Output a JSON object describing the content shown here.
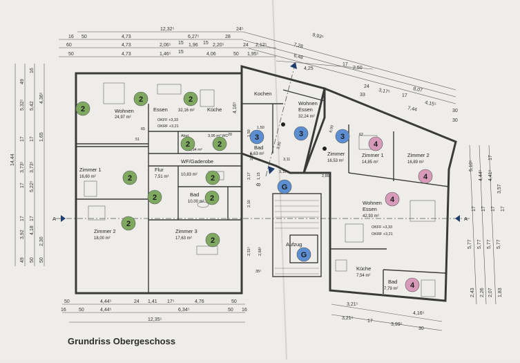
{
  "title": "Grundriss Obergeschoss",
  "rooms": {
    "wohnen_essen_left": {
      "name1": "Wohnen",
      "area1": "24,97 m²",
      "name2": "Essen",
      "area2": "32,16 m²"
    },
    "kueche_left": {
      "name": "Küche",
      "dim": "4,16⁵"
    },
    "abst": {
      "name": "Abst.",
      "area": "2,94 m²"
    },
    "wc": {
      "name": "3,95 m² WC"
    },
    "zimmer1_left": {
      "name": "Zimmer 1",
      "area": "16,60 m²"
    },
    "flur": {
      "name": "Flur",
      "area": "7,51 m²"
    },
    "wf": {
      "name": "WF/Gaderobe",
      "area": "10,83 m²"
    },
    "bad_left": {
      "name": "Bad",
      "area": "10,00 m²"
    },
    "zimmer2_left": {
      "name": "Zimmer 2",
      "area": "18,00 m²"
    },
    "zimmer3_left": {
      "name": "Zimmer 3",
      "area": "17,63 m²"
    },
    "kochen": {
      "name": "Kochen"
    },
    "bad_mid": {
      "name": "Bad",
      "area": "6,63 m²"
    },
    "wohnen_essen_mid": {
      "name1": "Wohnen",
      "name2": "Essen",
      "area": "32,24 m²"
    },
    "zimmer_mid": {
      "name": "Zimmer",
      "area": "16,53 m²"
    },
    "zimmer1_right": {
      "name": "Zimmer 1",
      "area": "14,85 m²"
    },
    "zimmer2_right": {
      "name": "Zimmer 2",
      "area": "16,89 m²"
    },
    "wohnen_essen_right": {
      "name1": "Wohnen",
      "name2": "Essen",
      "area": "42,93 m²"
    },
    "aufzug": {
      "name": "Aufzug"
    },
    "kueche_right": {
      "name": "Küche",
      "area": "7,54 m²"
    },
    "bad_right": {
      "name": "Bad",
      "area": "7,79 m²"
    }
  },
  "levels": {
    "left1": "OKFF +3,33",
    "left2": "OKRF +3,21",
    "right1": "OKFF +3,33",
    "right2": "OKRF +3,21"
  },
  "section_marks": {
    "a": "A",
    "b": "B"
  },
  "badges": [
    {
      "label": "2",
      "color": "#7fa860"
    },
    {
      "label": "2",
      "color": "#7fa860"
    },
    {
      "label": "2",
      "color": "#7fa860"
    },
    {
      "label": "2",
      "color": "#7fa860"
    },
    {
      "label": "2",
      "color": "#7fa860"
    },
    {
      "label": "2",
      "color": "#7fa860"
    },
    {
      "label": "2",
      "color": "#7fa860"
    },
    {
      "label": "2",
      "color": "#7fa860"
    },
    {
      "label": "2",
      "color": "#7fa860"
    },
    {
      "label": "2",
      "color": "#7fa860"
    },
    {
      "label": "2",
      "color": "#7fa860"
    },
    {
      "label": "3",
      "color": "#5c8ed1"
    },
    {
      "label": "3",
      "color": "#5c8ed1"
    },
    {
      "label": "3",
      "color": "#5c8ed1"
    },
    {
      "label": "G",
      "color": "#5c8ed1"
    },
    {
      "label": "G",
      "color": "#5c8ed1"
    },
    {
      "label": "4",
      "color": "#d79ab8"
    },
    {
      "label": "4",
      "color": "#d79ab8"
    },
    {
      "label": "4",
      "color": "#d79ab8"
    },
    {
      "label": "4",
      "color": "#d79ab8"
    }
  ],
  "dims_top": {
    "r1": [
      "12,32⁵",
      "24⁵"
    ],
    "r2": [
      "16",
      "50",
      "4,73",
      "6,27⁵",
      "28"
    ],
    "r3": [
      "60",
      "4,73",
      "2,06⁵",
      "15",
      "1,96",
      "15",
      "2,20⁵",
      "24",
      "2,12⁵"
    ],
    "r4": [
      "50",
      "4,73",
      "1,46⁵",
      "15",
      "4,06",
      "50",
      "1,95⁵"
    ],
    "right": [
      "9,93⁵",
      "7,28",
      "6,48",
      "4,25",
      "17",
      "2,50"
    ]
  },
  "dims_left": {
    "outer": [
      "14,44"
    ],
    "c1": [
      "49",
      "5,32⁵",
      "17",
      "3,73⁵",
      "17",
      "5,22⁵",
      "3,92",
      "17",
      "4,18",
      "49"
    ],
    "c2": [
      "16",
      "5,42",
      "17",
      "3,73⁵",
      "17",
      "2,30",
      "50"
    ],
    "c3": [
      "4,36⁵",
      "1,65",
      "50"
    ]
  },
  "dims_bottom": {
    "r1": [
      "50",
      "4,44⁵",
      "24",
      "1,41",
      "17⁵",
      "4,76",
      "50"
    ],
    "r2": [
      "16",
      "50",
      "4,44⁵",
      "6,34⁵",
      "50",
      "16"
    ],
    "r3": [
      "12,35⁵"
    ],
    "right1": [
      "3,21⁵",
      "4,16⁵"
    ],
    "right2": [
      "3,21⁵",
      "17",
      "3,99⁵",
      "30"
    ]
  },
  "dims_right": {
    "top": [
      "8,07",
      "3,17⁵",
      "17",
      "4,15⁵",
      "7,44",
      "30",
      "30",
      "24",
      "33"
    ],
    "c": [
      "5,10⁵",
      "4,44⁵",
      "4,41⁵",
      "17",
      "3,57",
      "5,77",
      "5,77",
      "5,77",
      "5,77",
      "2,43",
      "2,26",
      "2,07",
      "1,83",
      "17",
      "17",
      "17",
      "17"
    ]
  },
  "misc": {
    "stairs_labels": [
      "3,30",
      "2,10",
      "2,31⁵",
      "2,68⁵",
      "1,50",
      "2,17",
      "1,15",
      "2,85",
      "3,11",
      "2,27",
      "6,00",
      "35⁵"
    ],
    "interior": [
      "1,50",
      "3,11",
      "62",
      "65",
      "20",
      "51"
    ]
  }
}
